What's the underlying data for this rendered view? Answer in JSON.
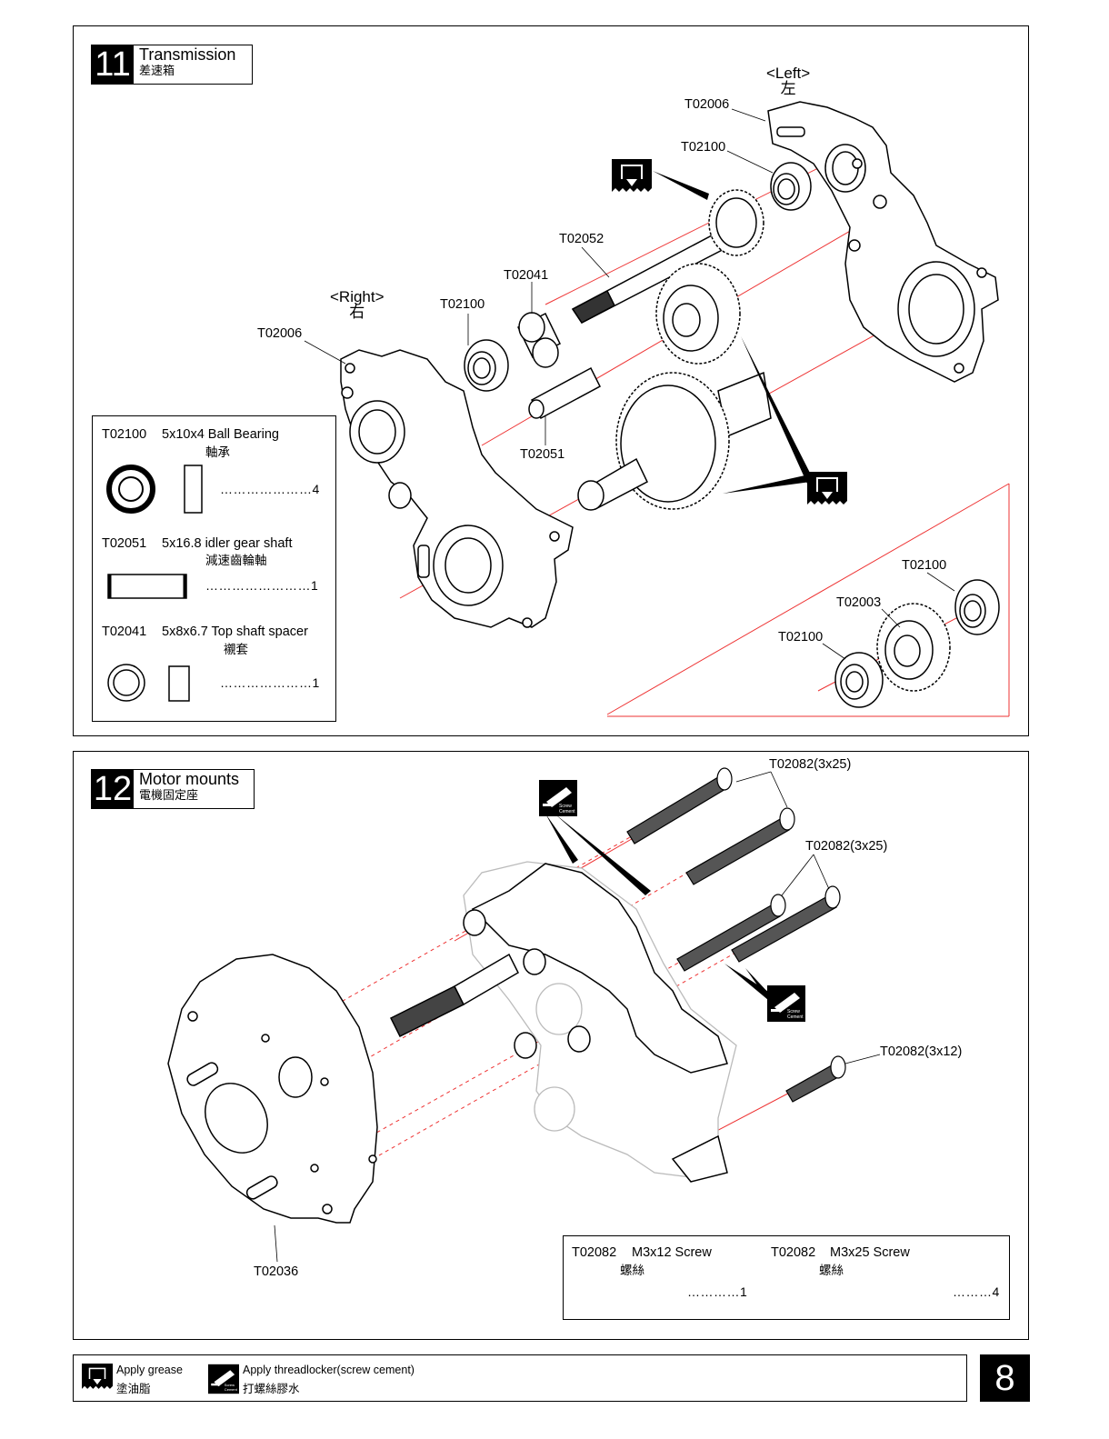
{
  "step11": {
    "number": "11",
    "title_en": "Transmission",
    "title_zh": "差速箱",
    "orient_left": "<Left>",
    "orient_left_zh": "左",
    "orient_right": "<Right>",
    "orient_right_zh": "右",
    "callouts": {
      "left_case": "T02006",
      "left_bearing": "T02100",
      "top_shaft": "T02052",
      "spacer": "T02041",
      "right_bearing": "T02100",
      "right_case": "T02006",
      "idler_shaft": "T02051",
      "idler_bearing_top": "T02100",
      "idler_gear": "T02003",
      "idler_bearing_bottom": "T02100"
    },
    "parts": [
      {
        "code": "T02100",
        "desc": "5x10x4 Ball Bearing",
        "zh": "軸承",
        "qty": "…………………4"
      },
      {
        "code": "T02051",
        "desc": "5x16.8  idler gear shaft",
        "zh": "減速齒輪軸",
        "qty": "……………………1"
      },
      {
        "code": "T02041",
        "desc": "5x8x6.7  Top shaft spacer",
        "zh": "襯套",
        "qty": "…………………1"
      }
    ]
  },
  "step12": {
    "number": "12",
    "title_en": "Motor mounts",
    "title_zh": "電機固定座",
    "callouts": {
      "screw_top": "T02082(3x25)",
      "screw_mid": "T02082(3x25)",
      "screw_short": "T02082(3x12)",
      "plate": "T02036"
    },
    "parts": [
      {
        "code": "T02082",
        "desc": "M3x12 Screw",
        "zh": "螺絲",
        "qty": "…………1"
      },
      {
        "code": "T02082",
        "desc": "M3x25 Screw",
        "zh": "螺絲",
        "qty": "………4"
      }
    ]
  },
  "legend": {
    "grease_en": "Apply grease",
    "grease_zh": "塗油脂",
    "threadlock_en": "Apply threadlocker(screw cement)",
    "threadlock_zh": "打螺絲膠水",
    "icon_grease": "grease-icon",
    "icon_threadlock": "threadlocker-icon",
    "icon_text": "Screw Cement"
  },
  "page_number": "8"
}
